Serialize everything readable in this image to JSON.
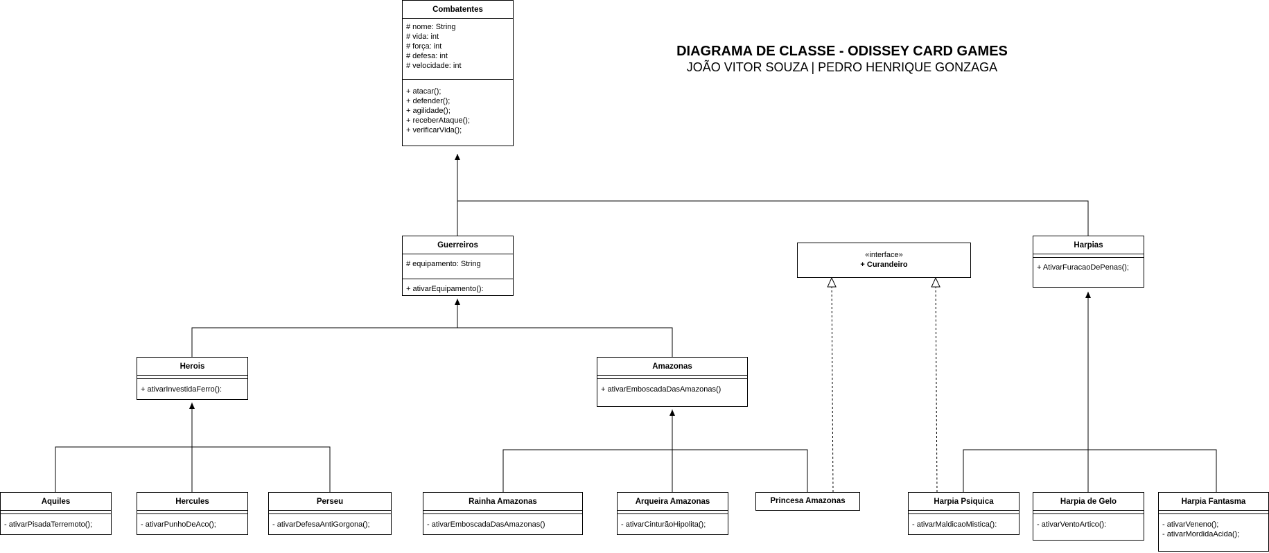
{
  "title": "DIAGRAMA DE CLASSE - ODISSEY CARD GAMES",
  "authors": "JOÃO VITOR SOUZA | PEDRO HENRIQUE GONZAGA",
  "classes": {
    "combatentes": {
      "name": "Combatentes",
      "attributes": [
        "# nome: String",
        "# vida: int",
        "# força: int",
        "# defesa: int",
        "# velocidade: int"
      ],
      "operations": [
        "+ atacar();",
        "+ defender();",
        "+ agilidade();",
        "+ receberAtaque();",
        "+ verificarVida();"
      ]
    },
    "guerreiros": {
      "name": "Guerreiros",
      "attributes": [
        "# equipamento: String"
      ],
      "operations": [
        "+ ativarEquipamento():"
      ]
    },
    "curandeiro": {
      "stereotype": "«interface»",
      "name": "+ Curandeiro"
    },
    "harpias": {
      "name": "Harpias",
      "operations": [
        "+ AtivarFuracaoDePenas();"
      ]
    },
    "herois": {
      "name": "Herois",
      "operations": [
        "+ ativarInvestidaFerro():"
      ]
    },
    "amazonas": {
      "name": "Amazonas",
      "operations": [
        "+ ativarEmboscadaDasAmazonas()"
      ]
    },
    "aquiles": {
      "name": "Aquiles",
      "operations": [
        "- ativarPisadaTerremoto();"
      ]
    },
    "hercules": {
      "name": "Hercules",
      "operations": [
        "- ativarPunhoDeAco();"
      ]
    },
    "perseu": {
      "name": "Perseu",
      "operations": [
        "- ativarDefesaAntiGorgona();"
      ]
    },
    "rainha_amazonas": {
      "name": "Rainha Amazonas",
      "operations": [
        "- ativarEmboscadaDasAmazonas()"
      ]
    },
    "arqueira_amazonas": {
      "name": "Arqueira Amazonas",
      "operations": [
        "- ativarCinturãoHipolita();"
      ]
    },
    "princesa_amazonas": {
      "name": "Princesa Amazonas"
    },
    "harpia_psiquica": {
      "name": "Harpia Psiquica",
      "operations": [
        "- ativarMaldicaoMistica():"
      ]
    },
    "harpia_de_gelo": {
      "name": "Harpia de Gelo",
      "operations": [
        "- ativarVentoArtico():"
      ]
    },
    "harpia_fantasma": {
      "name": "Harpia Fantasma",
      "operations": [
        "- ativarVeneno();",
        "- ativarMordidaAcida();"
      ]
    }
  }
}
